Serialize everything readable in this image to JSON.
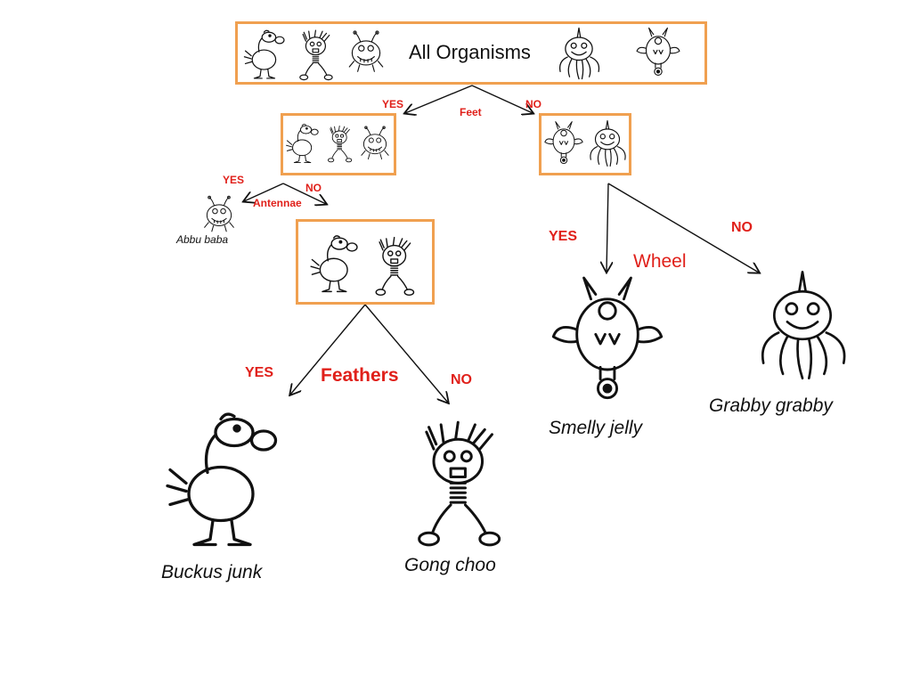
{
  "root": {
    "title": "All Organisms"
  },
  "nodes": {
    "feet": {
      "question": "Feet",
      "yes": "YES",
      "no": "NO"
    },
    "antennae": {
      "question": "Antennae",
      "yes": "YES",
      "no": "NO"
    },
    "feathers": {
      "question": "Feathers",
      "yes": "YES",
      "no": "NO"
    },
    "wheel": {
      "question": "Wheel",
      "yes": "YES",
      "no": "NO"
    }
  },
  "organisms": {
    "abbu": "Abbu baba",
    "buckus": "Buckus junk",
    "gong": "Gong choo",
    "smelly": "Smelly jelly",
    "grabby": "Grabby grabby"
  },
  "colors": {
    "box_border": "#f0a050",
    "label_red": "#e0201a",
    "line": "#111111"
  }
}
